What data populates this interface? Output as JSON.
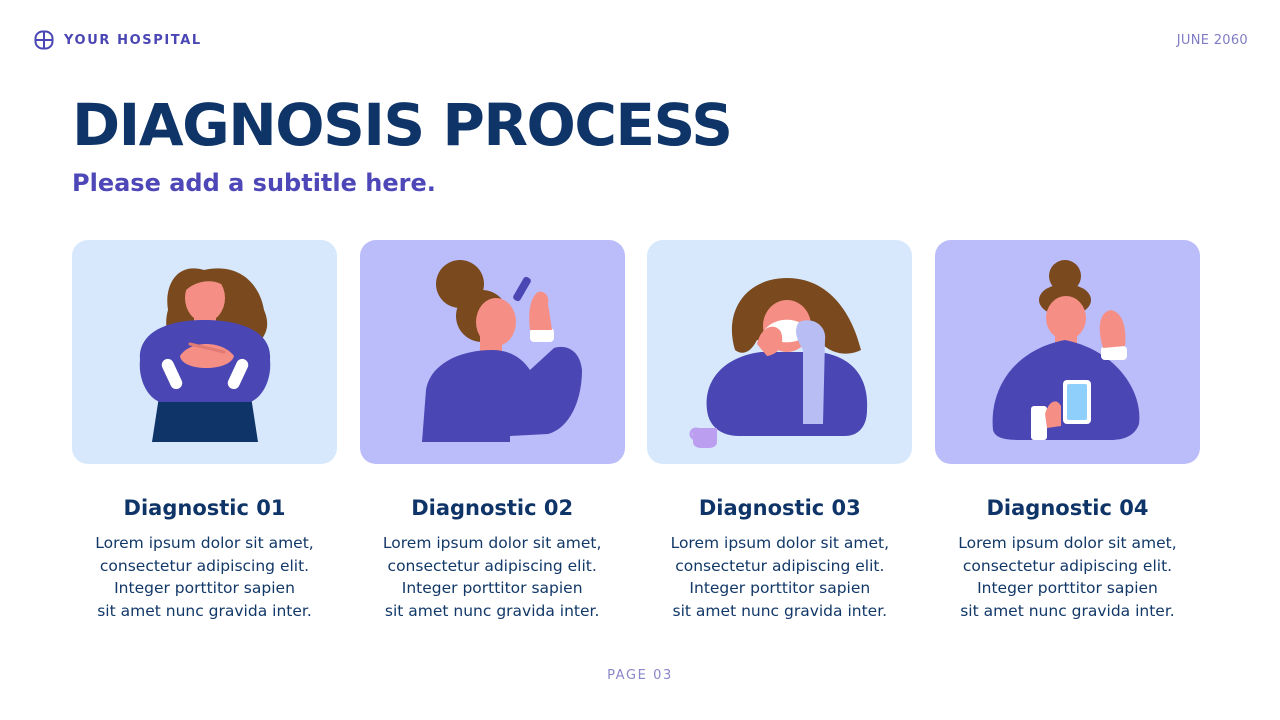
{
  "header": {
    "brand_name": "YOUR HOSPITAL",
    "date": "JUNE 2060"
  },
  "slide": {
    "title": "DIAGNOSIS PROCESS",
    "subtitle": "Please add a subtitle here."
  },
  "cards": [
    {
      "title": "Diagnostic 01",
      "text_lines": [
        "Lorem ipsum dolor sit amet,",
        "consectetur adipiscing elit.",
        "Integer porttitor sapien",
        "sit amet nunc gravida inter."
      ],
      "illustration": "woman-chest-pain-illustration"
    },
    {
      "title": "Diagnostic 02",
      "text_lines": [
        "Lorem ipsum dolor sit amet,",
        "consectetur adipiscing elit.",
        "Integer porttitor sapien",
        "sit amet nunc gravida inter."
      ],
      "illustration": "woman-eye-drops-illustration"
    },
    {
      "title": "Diagnostic 03",
      "text_lines": [
        "Lorem ipsum dolor sit amet,",
        "consectetur adipiscing elit.",
        "Integer porttitor sapien",
        "sit amet nunc gravida inter."
      ],
      "illustration": "woman-sneezing-illustration"
    },
    {
      "title": "Diagnostic 04",
      "text_lines": [
        "Lorem ipsum dolor sit amet,",
        "consectetur adipiscing elit.",
        "Integer porttitor sapien",
        "sit amet nunc gravida inter."
      ],
      "illustration": "woman-taking-pill-illustration"
    }
  ],
  "footer": {
    "page_label": "PAGE 03"
  },
  "colors": {
    "title": "#0f3468",
    "accent": "#4e47b8",
    "card_light": "#d7e8fd",
    "card_purple": "#bbbcfa",
    "sweater": "#4a46b4",
    "hair": "#7a4a1e",
    "skin": "#f58f86"
  }
}
